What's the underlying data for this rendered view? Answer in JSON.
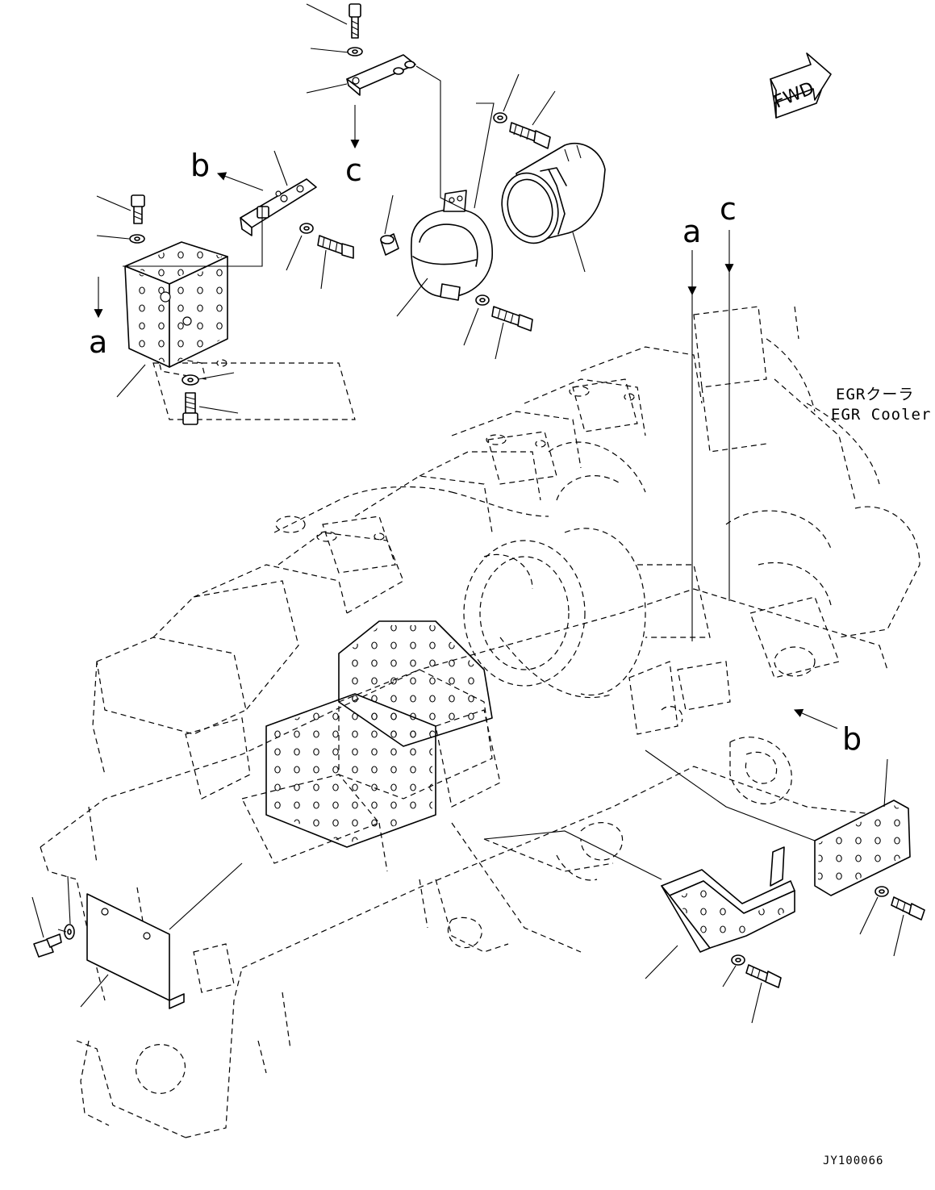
{
  "labels": {
    "a": "a",
    "b": "b",
    "c": "c"
  },
  "fwd_label": "FWD",
  "egr_note": {
    "jp": "EGRクーラ",
    "en": "EGR Cooler"
  },
  "drawing_code": "JY100066"
}
